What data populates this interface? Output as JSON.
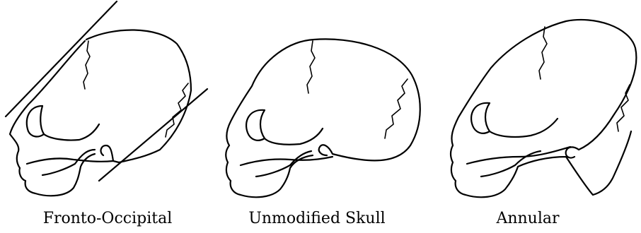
{
  "captions": [
    "Fronto-Occipital",
    "Unmodified Skull",
    "Annular"
  ],
  "colors": {
    "line": "#000000",
    "background": "#ffffff"
  }
}
